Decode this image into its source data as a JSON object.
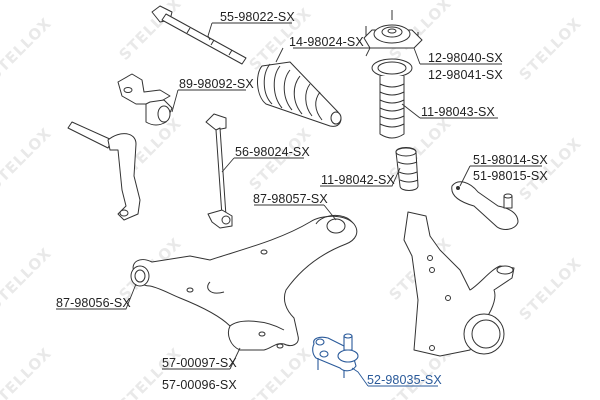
{
  "diagram": {
    "type": "exploded-parts-diagram",
    "subject": "front suspension and steering parts",
    "watermark": "STELLOX",
    "colors": {
      "line": "#333333",
      "label_text": "#222222",
      "highlight": "#2a5a9a",
      "watermark": "#e6e6e6"
    },
    "parts": [
      {
        "id": "tie-rod-inner",
        "labels": [
          "55-98022-SX"
        ]
      },
      {
        "id": "steering-boot",
        "labels": [
          "14-98024-SX"
        ]
      },
      {
        "id": "strut-mount",
        "labels": [
          "12-98040-SX",
          "12-98041-SX"
        ]
      },
      {
        "id": "stabilizer-bushing",
        "labels": [
          "89-98092-SX"
        ]
      },
      {
        "id": "strut-dust-boot",
        "labels": [
          "11-98043-SX"
        ]
      },
      {
        "id": "stabilizer-link",
        "labels": [
          "56-98024-SX"
        ]
      },
      {
        "id": "bump-stop",
        "labels": [
          "11-98042-SX"
        ]
      },
      {
        "id": "tie-rod-end",
        "labels": [
          "51-98014-SX",
          "51-98015-SX"
        ]
      },
      {
        "id": "control-arm-bushing-rear",
        "labels": [
          "87-98057-SX"
        ]
      },
      {
        "id": "control-arm-bushing-front",
        "labels": [
          "87-98056-SX"
        ]
      },
      {
        "id": "control-arm",
        "labels": [
          "57-00097-SX",
          "57-00096-SX"
        ]
      },
      {
        "id": "ball-joint",
        "labels": [
          "52-98035-SX"
        ],
        "highlighted": true
      }
    ]
  },
  "labels": {
    "l55": "55-98022-SX",
    "l14": "14-98024-SX",
    "l12a": "12-98040-SX",
    "l12b": "12-98041-SX",
    "l89": "89-98092-SX",
    "l11a": "11-98043-SX",
    "l56": "56-98024-SX",
    "l11b": "11-98042-SX",
    "l51a": "51-98014-SX",
    "l51b": "51-98015-SX",
    "l87a": "87-98057-SX",
    "l87b": "87-98056-SX",
    "l57a": "57-00097-SX",
    "l57b": "57-00096-SX",
    "l52": "52-98035-SX"
  },
  "watermark_text": "STELLOX"
}
